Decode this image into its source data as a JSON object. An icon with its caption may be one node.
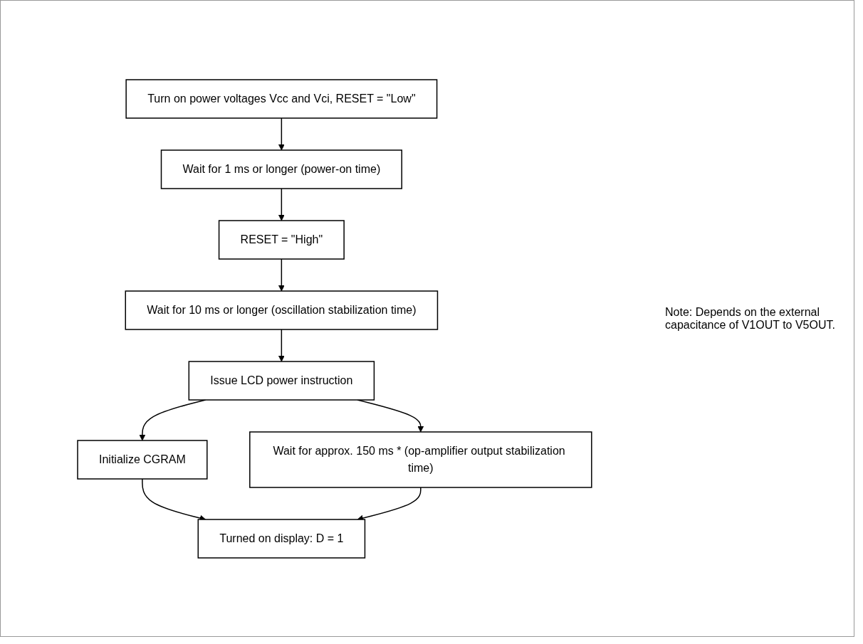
{
  "diagram": {
    "nodes": [
      {
        "text": [
          "Turn on power voltages Vcc and Vci, RESET = \"Low\""
        ]
      },
      {
        "text": [
          "Wait for 1 ms or longer (power-on time)"
        ]
      },
      {
        "text": [
          "RESET = \"High\""
        ]
      },
      {
        "text": [
          "Wait for 10 ms or longer (oscillation stabilization time)"
        ]
      },
      {
        "text": [
          "Issue LCD power instruction"
        ]
      },
      {
        "text": [
          "Initialize CGRAM"
        ]
      },
      {
        "text": [
          "Wait for approx. 150 ms * (op-amplifier output stabilization time)"
        ]
      },
      {
        "text": [
          "Turned on display: D = 1"
        ]
      }
    ],
    "edges": [
      {
        "from": 0,
        "to": 1,
        "arrow": "to"
      },
      {
        "from": 1,
        "to": 2,
        "arrow": "to"
      },
      {
        "from": 2,
        "to": 3,
        "arrow": "to"
      },
      {
        "from": 3,
        "to": 4,
        "arrow": "to"
      },
      {
        "from": 4,
        "to": 5,
        "arrow": "to"
      },
      {
        "from": 4,
        "to": 6,
        "arrow": "to"
      },
      {
        "from": 5,
        "to": 7,
        "arrow": "to"
      },
      {
        "from": 6,
        "to": 7,
        "arrow": "to"
      }
    ],
    "labels": [
      "Note: Depends on the external capacitance of V1OUT to V5OUT."
    ]
  }
}
